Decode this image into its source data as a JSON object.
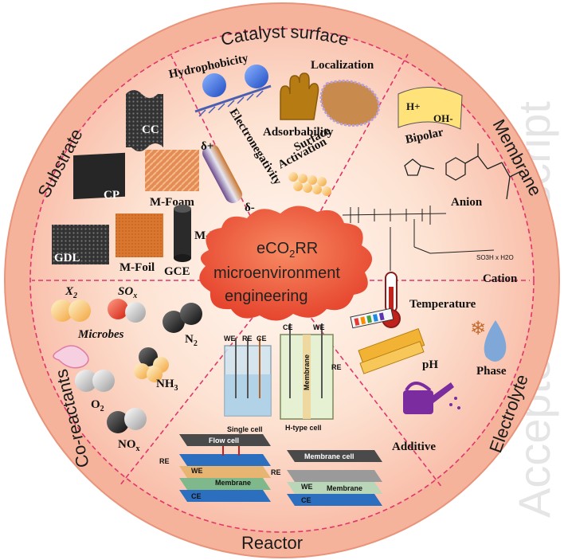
{
  "center": {
    "line1": "eCO",
    "line1_sub": "2",
    "line1_tail": "RR",
    "line2": "microenvironment",
    "line3": "engineering"
  },
  "sectors": {
    "catalyst_surface": "Catalyst surface",
    "substrate": "Substrate",
    "membrane": "Membrane",
    "electrolyte": "Electrolyte",
    "reactor": "Reactor",
    "co_reactants": "Co-reactants"
  },
  "catalyst_items": {
    "hydrophobicity": "Hydrophobicity",
    "localization": "Localization",
    "adsorbability": "Adsorbability",
    "bipolar": "Bipolar",
    "electronegativity": "Electronegativity",
    "delta_plus": "δ+",
    "delta_minus": "δ-",
    "surface_activation_1": "Surface",
    "surface_activation_2": "Activation",
    "h_plus": "H+",
    "oh_minus": "OH-"
  },
  "substrate_items": {
    "cc": "CC",
    "cp": "CP",
    "m_foam": "M-Foam",
    "gdl": "GDL",
    "m_foil": "M-Foil",
    "gce": "GCE",
    "m_discs": "M-Discs"
  },
  "membrane_items": {
    "anion": "Anion",
    "cation": "Cation"
  },
  "electrolyte_items": {
    "temperature": "Temperature",
    "ph": "pH",
    "phase": "Phase",
    "additive": "Additive"
  },
  "coreactant_items": {
    "x2": "X",
    "x2_sub": "2",
    "sox": "SO",
    "sox_sub": "x",
    "microbes": "Microbes",
    "n2": "N",
    "n2_sub": "2",
    "nh3": "NH",
    "nh3_sub": "3",
    "o2": "O",
    "o2_sub": "2",
    "nox": "NO",
    "nox_sub": "x"
  },
  "reactor_items": {
    "we": "WE",
    "re": "RE",
    "ce": "CE",
    "single_cell": "Single cell",
    "membrane": "Membrane",
    "h_type_cell": "H-type cell",
    "flow_cell": "Flow cell",
    "membrane_cell": "Membrane cell"
  },
  "watermark": "Accepted Manuscript",
  "colors": {
    "ring": "#f3a58d",
    "inner": "#fde6da",
    "divider": "#e0356d",
    "cloud": "#ef5a3c"
  }
}
